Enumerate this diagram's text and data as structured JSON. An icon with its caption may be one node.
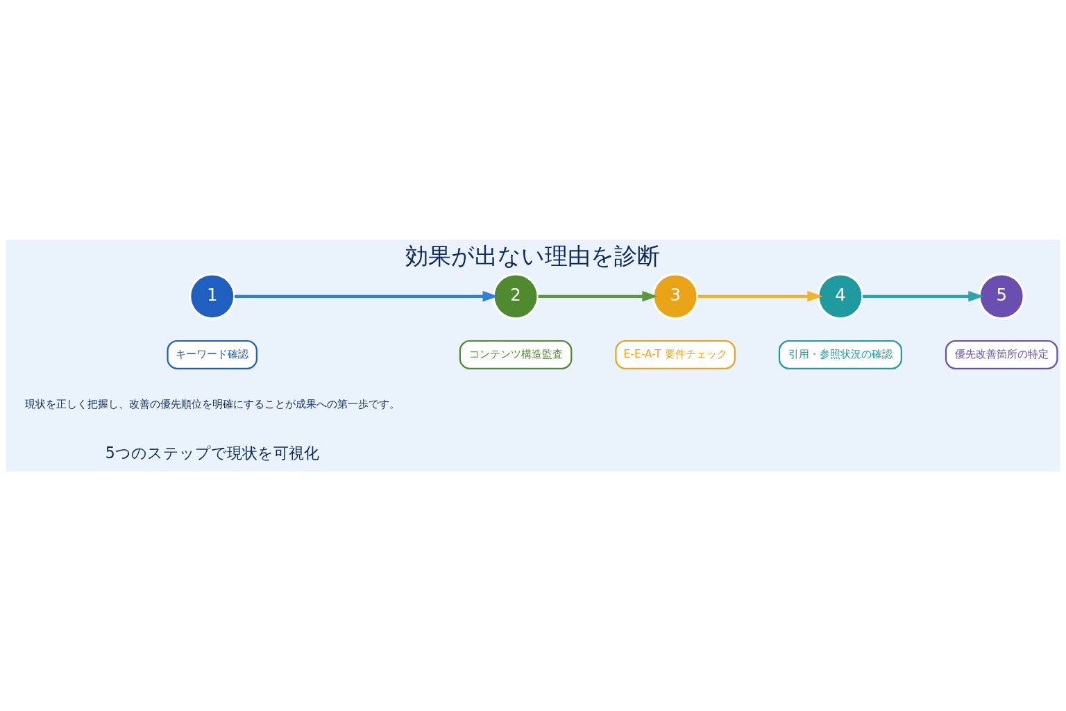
{
  "diagram": {
    "title": "効果が出ない理由を診断",
    "nodes": [
      {
        "text": [
          "キーワード確認"
        ]
      },
      {
        "text": [
          "コンテンツ構造監査"
        ]
      },
      {
        "text": [
          "E-E-A-T 要件チェック"
        ]
      },
      {
        "text": [
          "引用・参照状況の確認"
        ]
      },
      {
        "text": [
          "優先改善箇所の特定"
        ]
      },
      {
        "text": [
          "1"
        ]
      },
      {
        "text": [
          "2"
        ]
      },
      {
        "text": [
          "3"
        ]
      },
      {
        "text": [
          "4"
        ]
      },
      {
        "text": [
          "5"
        ]
      }
    ],
    "edges": [
      {
        "from": 5,
        "to": 6,
        "arrow": "to",
        "color": "#2f80d8"
      },
      {
        "from": 6,
        "to": 7,
        "arrow": "to",
        "color": "#5a9a3a"
      },
      {
        "from": 7,
        "to": 8,
        "arrow": "to",
        "color": "#f0b429"
      },
      {
        "from": 8,
        "to": 9,
        "arrow": "to",
        "color": "#2aa5a8"
      }
    ],
    "labels": [
      "5つのステップで現状を可視化",
      "現状を正しく把握し、改善の優先順位を明確にすることが成果への第一歩です。"
    ]
  }
}
